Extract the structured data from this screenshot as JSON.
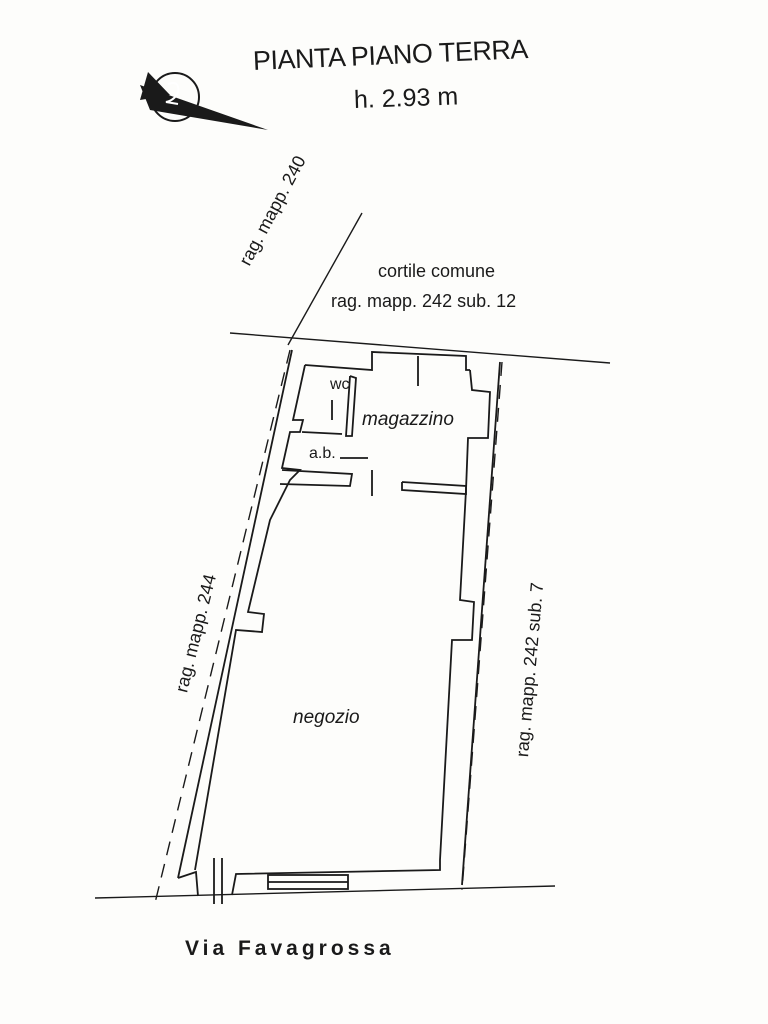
{
  "title": "PIANTA PIANO TERRA",
  "height_label": "h. 2.93 m",
  "labels": {
    "courtyard": "cortile comune",
    "courtyard_parcel": "rag. mapp. 242 sub. 12",
    "parcel_top_left": "rag. mapp. 240",
    "parcel_left": "rag. mapp. 244",
    "parcel_right": "rag. mapp. 242 sub. 7",
    "wc": "wc",
    "bathroom_antechamber": "a.b.",
    "storage": "magazzino",
    "shop": "negozio",
    "street": "Via Favagrossa"
  },
  "icons": {
    "north_arrow": "north-arrow-icon"
  },
  "colors": {
    "ink": "#1a1a1a",
    "paper": "#fdfdfb"
  }
}
